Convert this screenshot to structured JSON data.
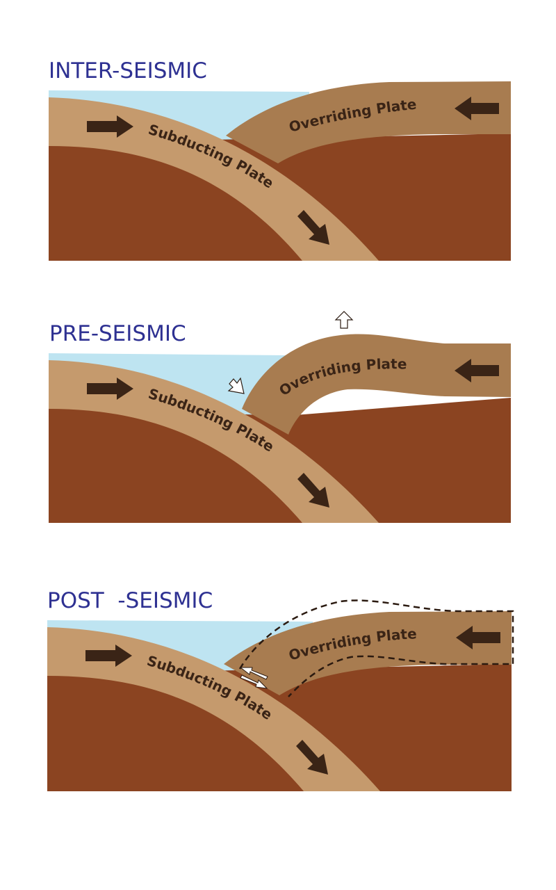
{
  "colors": {
    "title": "#2e3192",
    "water": "#bee4f1",
    "mantle": "#8b4421",
    "subducting_plate": "#c59a6d",
    "overriding_plate": "#a87c50",
    "arrow": "#3a2416",
    "label": "#3a2416",
    "outline": "#2b1a10"
  },
  "stages": [
    {
      "title": "INTER-SEISMIC",
      "subducting_label": "Subducting Plate",
      "overriding_label": "Overriding Plate",
      "icons": [
        "plate-motion-arrow-icon",
        "plate-motion-arrow-icon",
        "plate-motion-arrow-icon"
      ]
    },
    {
      "title": "PRE-SEISMIC",
      "subducting_label": "Subducting Plate",
      "overriding_label": "Overriding Plate",
      "icons": [
        "plate-motion-arrow-icon",
        "uplift-arrow-icon",
        "drag-arrow-icon"
      ]
    },
    {
      "title": "POST  -SEISMIC",
      "subducting_label": "Subducting Plate",
      "overriding_label": "Overriding Plate",
      "icons": [
        "plate-motion-arrow-icon",
        "fault-slip-arrows-icon",
        "previous-position-outline-icon"
      ]
    }
  ]
}
